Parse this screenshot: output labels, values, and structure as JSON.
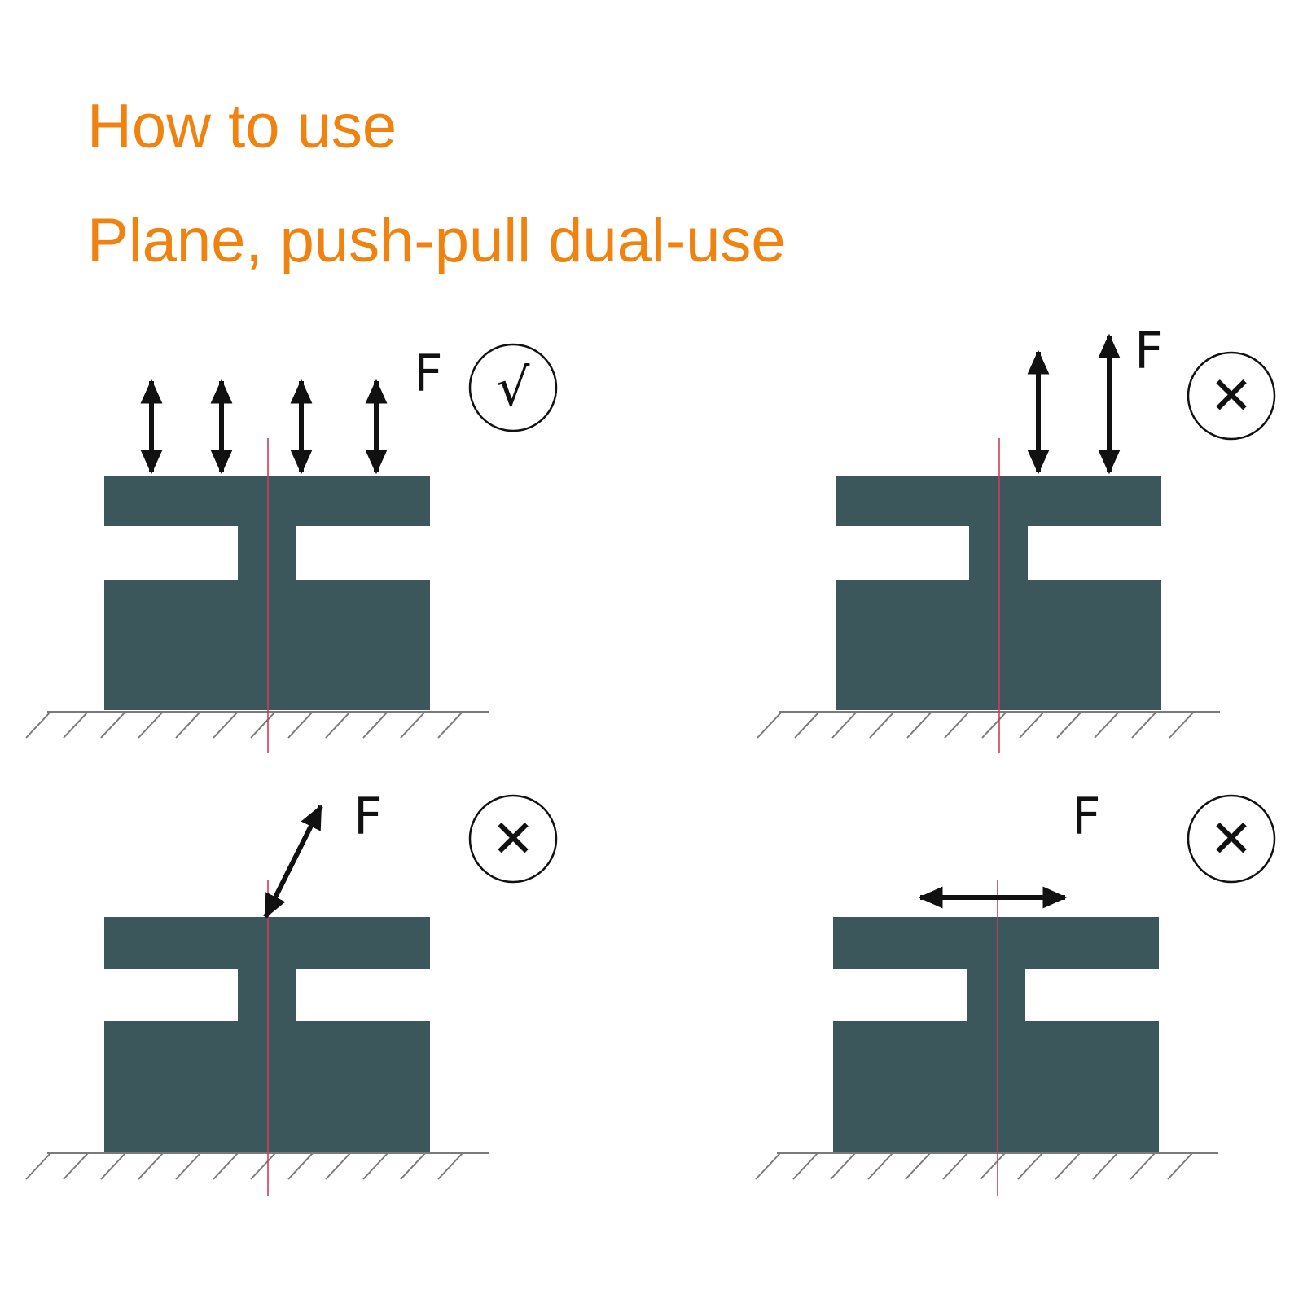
{
  "header": {
    "title": "How to use",
    "subtitle": "Plane, push-pull dual-use"
  },
  "colors": {
    "heading": "#f0820f",
    "part": "#3b575c",
    "axis": "#d23a5a",
    "ground": "#7a7a7a",
    "arrow": "#111111"
  },
  "panels": [
    {
      "force_label": "F",
      "verdict": "correct",
      "verdict_symbol": "√",
      "load": "uniform vertical push-pull over the whole top face"
    },
    {
      "force_label": "F",
      "verdict": "incorrect",
      "verdict_symbol": "✕",
      "load": "off-center vertical push-pull"
    },
    {
      "force_label": "F",
      "verdict": "incorrect",
      "verdict_symbol": "✕",
      "load": "inclined force"
    },
    {
      "force_label": "F",
      "verdict": "incorrect",
      "verdict_symbol": "✕",
      "load": "horizontal force"
    }
  ]
}
